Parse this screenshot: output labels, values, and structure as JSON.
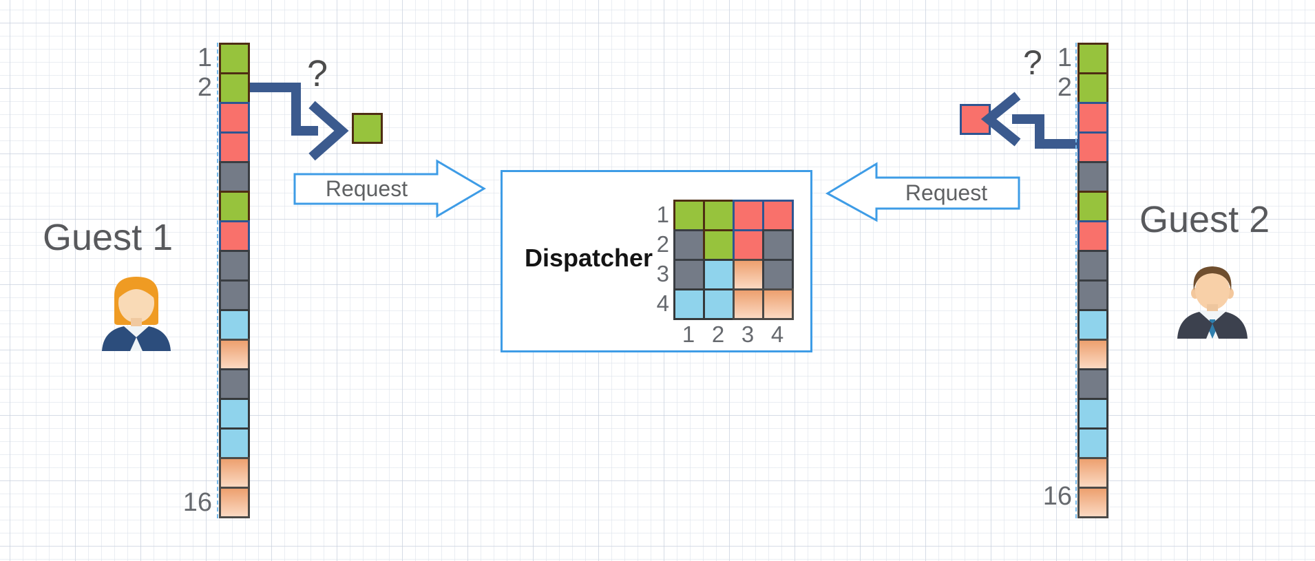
{
  "colors": {
    "green": "#97c33d",
    "red": "#f9716b",
    "gray": "#747b87",
    "lightblue": "#8fd3ec",
    "peach_top": "#eda06f",
    "peach_bottom": "#fbd9c2",
    "navy_arrow": "#3b5a8e",
    "request_blue": "#3e9ce6",
    "label_gray": "#66696e"
  },
  "guest1": {
    "title": "Guest 1",
    "question_mark": "?",
    "requested_cell_color": "green",
    "strip": {
      "labels": [
        "1",
        "2",
        "16"
      ],
      "cells": [
        "green",
        "green",
        "red",
        "red",
        "gray",
        "green",
        "red",
        "gray",
        "gray",
        "lightblue",
        "peach",
        "gray",
        "lightblue",
        "lightblue",
        "peach",
        "peach"
      ]
    }
  },
  "guest2": {
    "title": "Guest 2",
    "question_mark": "?",
    "requested_cell_color": "red",
    "strip": {
      "labels": [
        "1",
        "2",
        "16"
      ],
      "cells": [
        "green",
        "green",
        "red",
        "red",
        "gray",
        "green",
        "red",
        "gray",
        "gray",
        "lightblue",
        "peach",
        "gray",
        "lightblue",
        "lightblue",
        "peach",
        "peach"
      ]
    }
  },
  "request_left": {
    "label": "Request"
  },
  "request_right": {
    "label": "Request"
  },
  "dispatcher": {
    "label": "Dispatcher",
    "row_labels": [
      "1",
      "2",
      "3",
      "4"
    ],
    "col_labels": [
      "1",
      "2",
      "3",
      "4"
    ],
    "grid": [
      [
        "green",
        "green",
        "red",
        "red"
      ],
      [
        "gray",
        "green",
        "red",
        "gray"
      ],
      [
        "gray",
        "lightblue",
        "peach",
        "gray"
      ],
      [
        "lightblue",
        "lightblue",
        "peach",
        "peach"
      ]
    ]
  }
}
